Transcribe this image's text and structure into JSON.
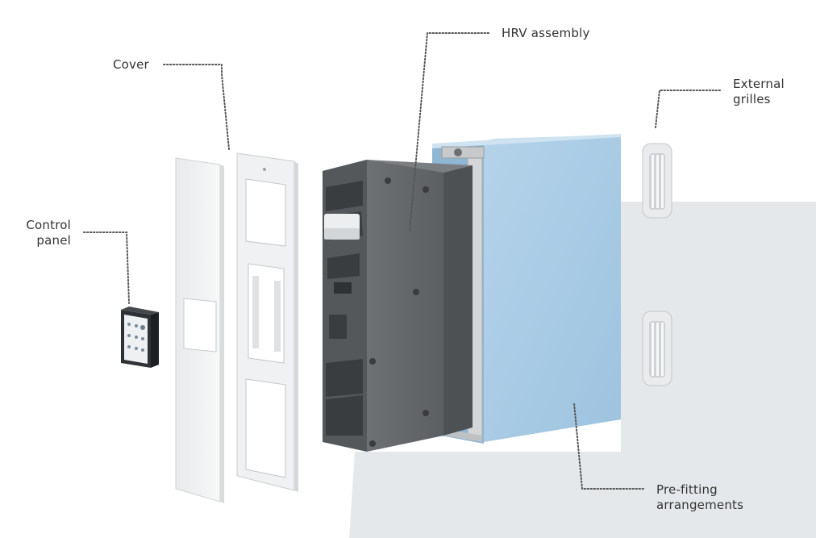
{
  "colors": {
    "background": "#ffffff",
    "floor": "#e5e8ea",
    "leader": "#555555",
    "text": "#333333",
    "hrv_body": "#64676a",
    "insulation_box": "#a9cbe3",
    "cover_white": "#f2f3f3",
    "control_panel": "#2e3236"
  },
  "callouts": {
    "cover": {
      "text": "Cover"
    },
    "hrv_assembly": {
      "text": "HRV assembly"
    },
    "external_grilles": {
      "line1": "External",
      "line2": "grilles"
    },
    "control_panel": {
      "line1": "Control",
      "line2": "panel"
    },
    "pre_fitting": {
      "line1": "Pre-fitting",
      "line2": "arrangements"
    }
  },
  "icons": {
    "control_panel": "control-panel-device",
    "hrv": "hrv-unit",
    "grille": "vent-grille"
  }
}
